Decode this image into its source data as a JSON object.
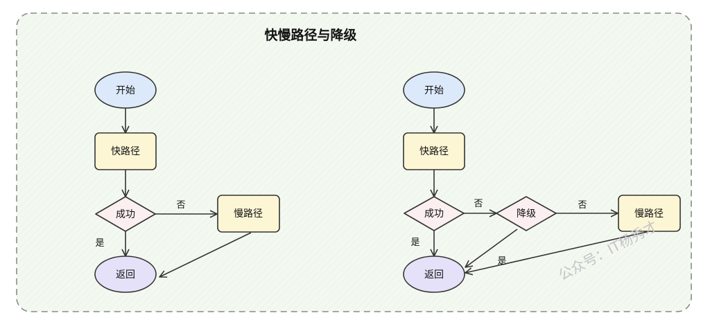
{
  "title": "快慢路径与降级",
  "watermark": "公众号：IT杨秀才",
  "colors": {
    "background": "#f2f8f0",
    "border": "#8a8a8a",
    "stroke": "#333333",
    "terminal_fill": "#dce9fb",
    "process_fill": "#fdf6d5",
    "decision_fill": "#fbeff0",
    "return_fill": "#e5e1f8"
  },
  "left_flow": {
    "start": "开始",
    "fast_path": "快路径",
    "success": "成功",
    "slow_path": "慢路径",
    "return": "返回",
    "edge_no": "否",
    "edge_yes": "是"
  },
  "right_flow": {
    "start": "开始",
    "fast_path": "快路径",
    "success": "成功",
    "degrade": "降级",
    "slow_path": "慢路径",
    "return": "返回",
    "edge_no_1": "否",
    "edge_no_2": "否",
    "edge_yes_1": "是",
    "edge_yes_2": "是"
  }
}
